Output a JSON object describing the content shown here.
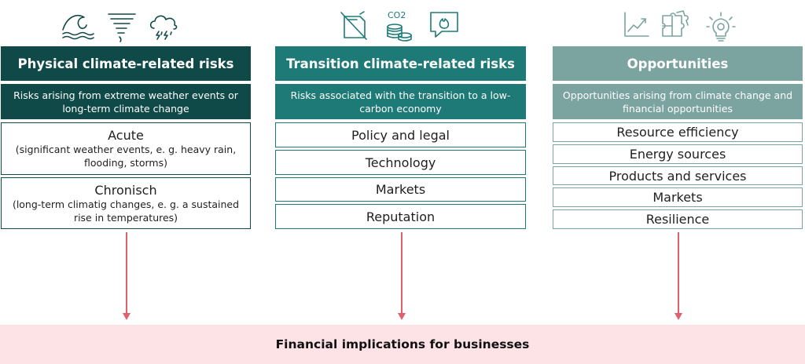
{
  "columns": {
    "physical": {
      "header": "Physical climate-related risks",
      "subheader": "Risks arising from extreme weather events or long-term climate change",
      "items": [
        {
          "title": "Acute",
          "desc": "(significant weather events, e. g. heavy rain, flooding, storms)"
        },
        {
          "title": "Chronisch",
          "desc": "(long-term climatig changes, e. g. a sustained rise in temperatures)"
        }
      ],
      "icons": [
        "wave-icon",
        "tornado-icon",
        "storm-cloud-icon"
      ]
    },
    "transition": {
      "header": "Transition climate-related risks",
      "subheader": "Risks associated with the transition to a low-carbon economy",
      "items": [
        {
          "title": "Policy and legal"
        },
        {
          "title": "Technology"
        },
        {
          "title": "Markets"
        },
        {
          "title": "Reputation"
        }
      ],
      "icons": [
        "crossed-fuel-can-icon",
        "co2-coins-icon",
        "flame-message-icon"
      ],
      "co2_label": "CO2"
    },
    "opportunities": {
      "header": "Opportunities",
      "subheader": "Opportunities arising from climate change and financial opportunities",
      "items": [
        {
          "title": "Resource efficiency"
        },
        {
          "title": "Energy sources"
        },
        {
          "title": "Products and services"
        },
        {
          "title": "Markets"
        },
        {
          "title": "Resilience"
        }
      ],
      "icons": [
        "growth-chart-icon",
        "puzzle-icon",
        "lightbulb-gear-icon"
      ]
    }
  },
  "footer": {
    "label": "Financial implications for businesses"
  },
  "colors": {
    "physical": "#0f4a48",
    "transition": "#1d7a76",
    "opportunities": "#7ba3a0",
    "arrow": "#e0606a",
    "footer_bg": "#fde3e6"
  }
}
